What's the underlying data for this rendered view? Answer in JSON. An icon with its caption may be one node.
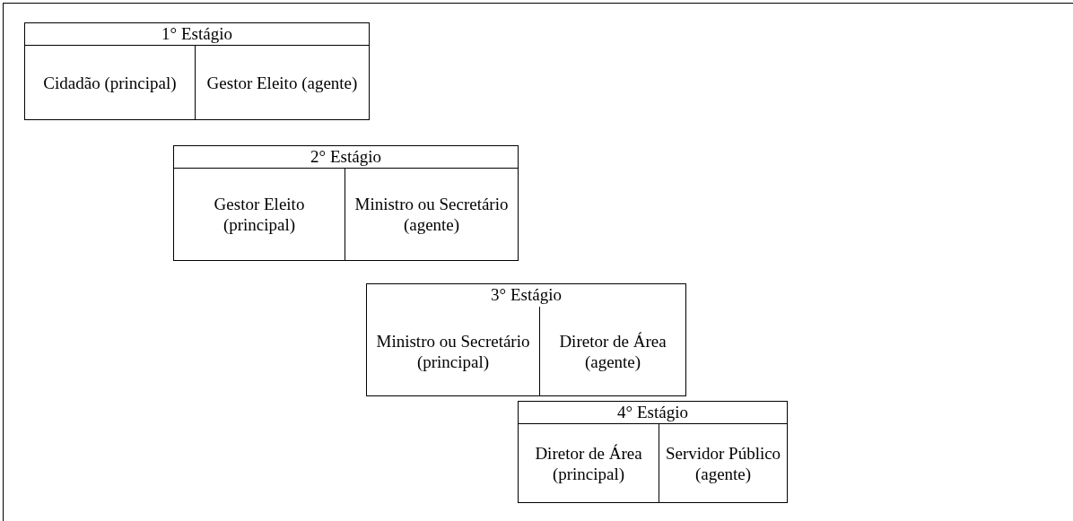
{
  "diagram": {
    "nodes": [
      {
        "text": [
          "1° Estágio"
        ]
      },
      {
        "text": [
          "Cidadão (principal)"
        ],
        "in": 0
      },
      {
        "text": [
          "Gestor Eleito (agente)"
        ],
        "in": 0
      },
      {
        "text": [
          "2° Estágio"
        ]
      },
      {
        "text": [
          "Gestor Eleito (principal)"
        ],
        "in": 3
      },
      {
        "text": [
          "Ministro ou Secretário (agente)"
        ],
        "in": 3
      },
      {
        "text": [
          "3° Estágio"
        ]
      },
      {
        "text": [
          "Ministro ou Secretário (principal)"
        ],
        "in": 6
      },
      {
        "text": [
          "Diretor de Área (agente)"
        ],
        "in": 6
      },
      {
        "text": [
          "4° Estágio"
        ]
      },
      {
        "text": [
          "Diretor de Área (principal)"
        ],
        "in": 9
      },
      {
        "text": [
          "Servidor Público (agente)"
        ],
        "in": 9
      }
    ],
    "edges": []
  }
}
